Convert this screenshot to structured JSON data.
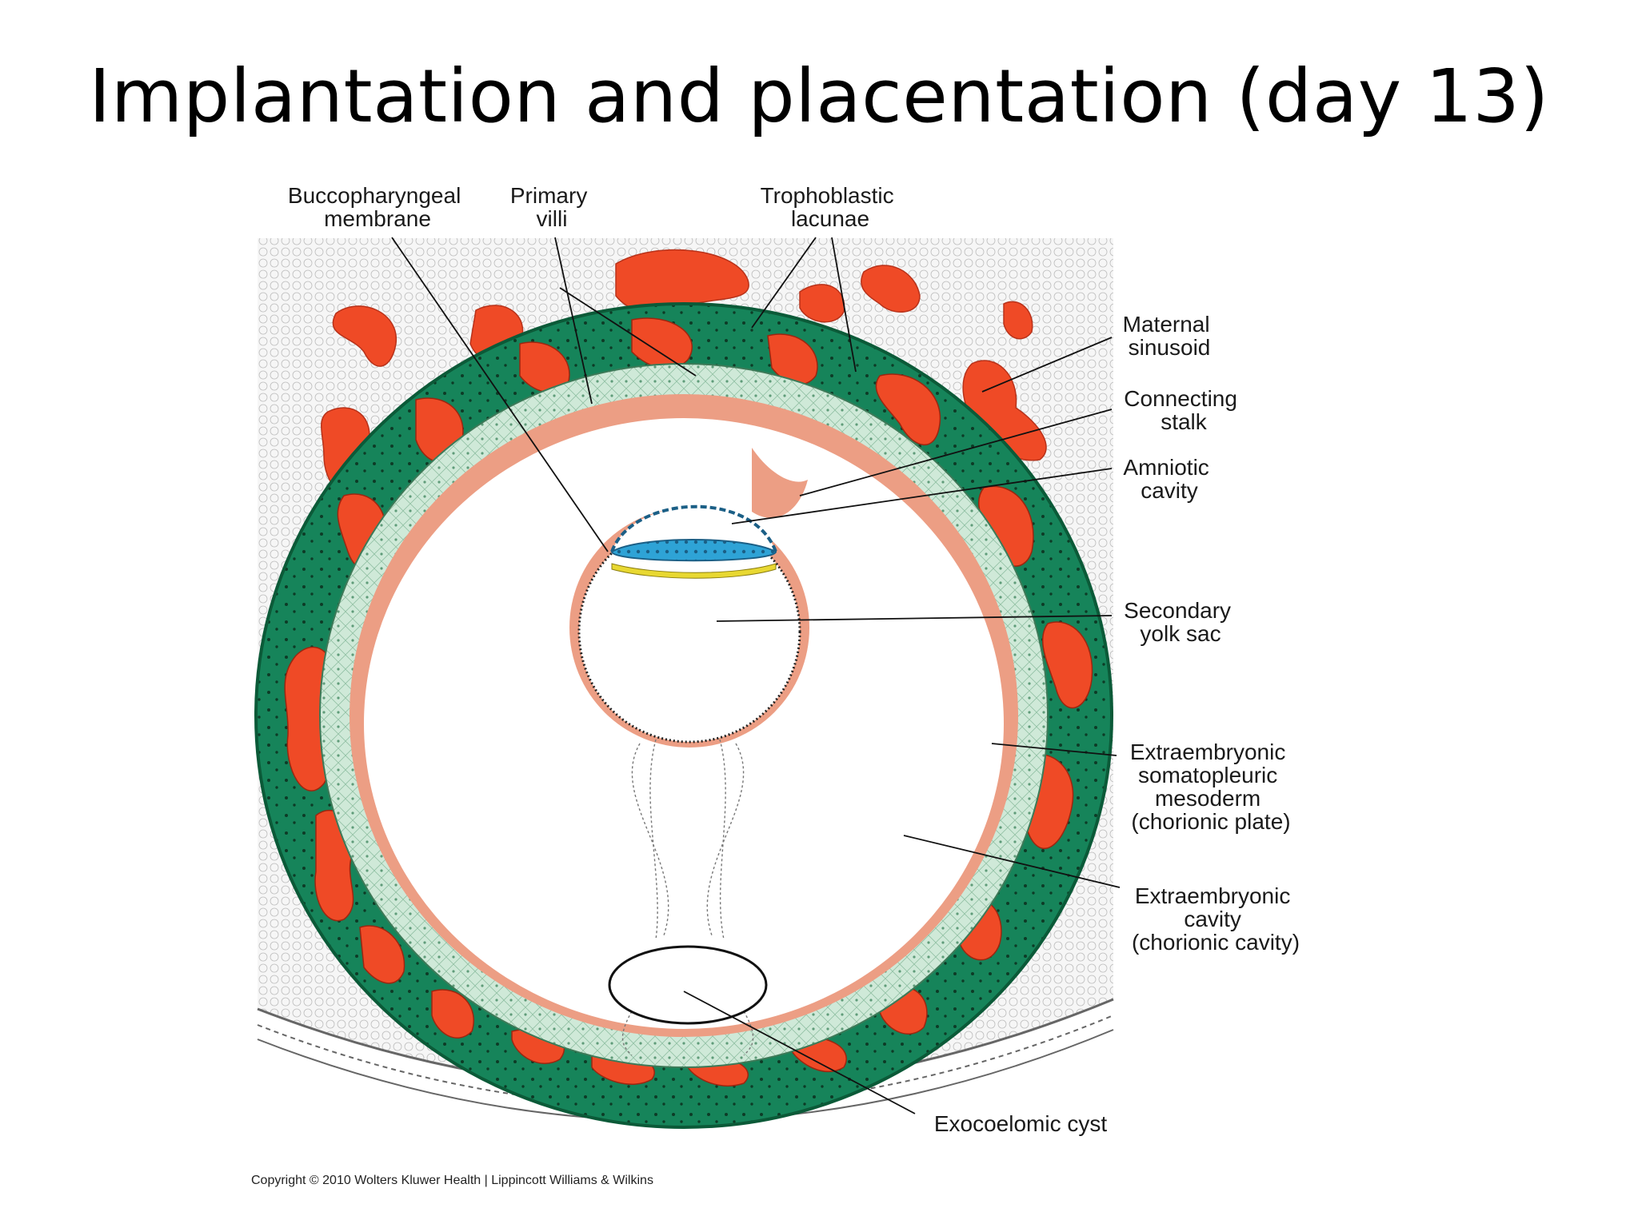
{
  "title": "Implantation and placentation (day 13)",
  "labels": {
    "buccopharyngeal": [
      "Buccopharyngeal",
      "membrane"
    ],
    "primary_villi": [
      "Primary",
      "villi"
    ],
    "trophoblastic_lacunae": [
      "Trophoblastic",
      "lacunae"
    ],
    "maternal_sinusoid": [
      "Maternal",
      "sinusoid"
    ],
    "connecting_stalk": [
      "Connecting",
      "stalk"
    ],
    "amniotic_cavity": [
      "Amniotic",
      "cavity"
    ],
    "secondary_yolk_sac": [
      "Secondary",
      "yolk sac"
    ],
    "somatopleuric": [
      "Extraembryonic",
      "somatopleuric",
      "mesoderm",
      "(chorionic plate)"
    ],
    "extraembryonic_cavity": [
      "Extraembryonic",
      "cavity",
      "(chorionic cavity)"
    ],
    "exocoelomic_cyst": [
      "Exocoelomic cyst"
    ]
  },
  "copyright": "Copyright © 2010 Wolters Kluwer Health | Lippincott Williams & Wilkins",
  "colors": {
    "lacuna_red": "#ef4a26",
    "syncytio_green": "#16845a",
    "cyto_pale": "#cfe9d8",
    "mesoderm_salmon": "#ec9e84",
    "embryo_blue": "#2ea3d6",
    "hypoblast_yellow": "#e8d832",
    "tissue_bg": "#f3f3f3"
  }
}
